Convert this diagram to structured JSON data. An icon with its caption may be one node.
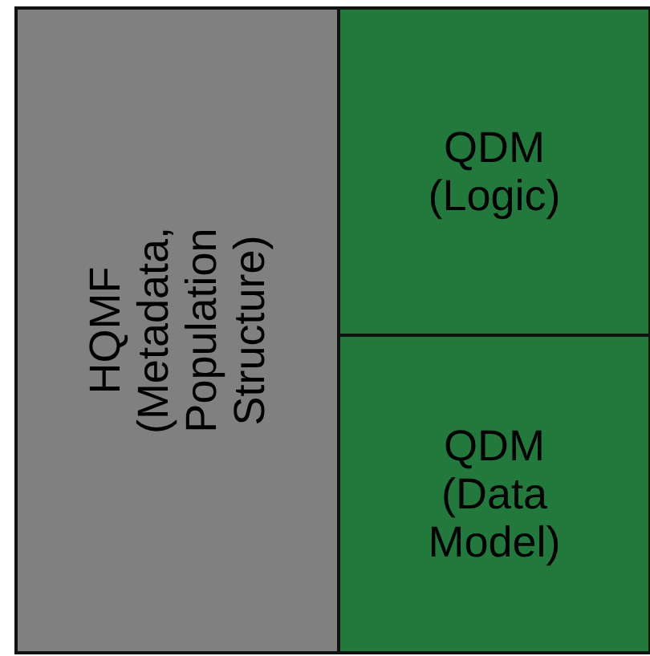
{
  "diagram": {
    "nodes": [
      {
        "text": [
          "HQMF (Metadata, Population Structure)"
        ]
      },
      {
        "text": [
          "QDM (Logic)"
        ]
      },
      {
        "text": [
          "QDM (Data Model)"
        ]
      }
    ],
    "edges": []
  }
}
